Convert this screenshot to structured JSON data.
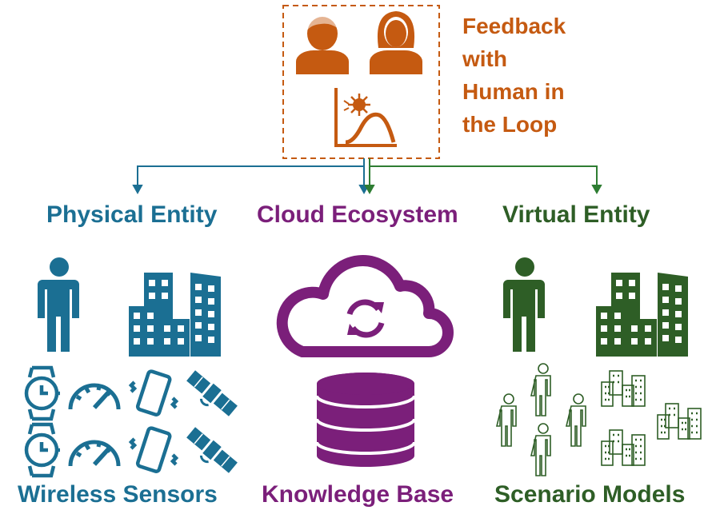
{
  "colors": {
    "feedback": "#c55a11",
    "physical": "#1b6f93",
    "cloud": "#7b1f7a",
    "virtual": "#2e5e26"
  },
  "feedback": {
    "lines": [
      "Feedback",
      "with",
      "Human in",
      "the Loop"
    ],
    "icons": [
      "man-icon",
      "woman-icon",
      "chart-with-virus-icon"
    ]
  },
  "columns": {
    "physical": {
      "title": "Physical Entity",
      "footer": "Wireless Sensors",
      "icons": [
        "person-icon",
        "buildings-icon",
        "watch-icon",
        "gauge-icon",
        "phone-icon",
        "satellite-icon"
      ]
    },
    "cloud": {
      "title": "Cloud Ecosystem",
      "footer": "Knowledge Base",
      "icons": [
        "cloud-sync-icon",
        "database-icon"
      ]
    },
    "virtual": {
      "title": "Virtual Entity",
      "footer": "Scenario Models",
      "icons": [
        "person-icon",
        "buildings-icon",
        "person-outline-icon",
        "buildings-outline-icon"
      ]
    }
  }
}
